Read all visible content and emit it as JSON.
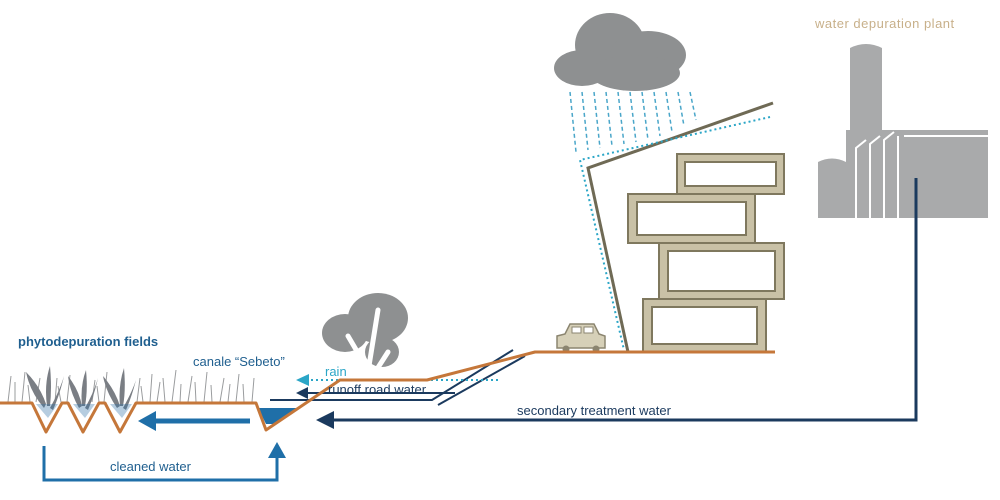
{
  "labels": {
    "plant": "water depuration plant",
    "fields": "phytodepuration fields",
    "canale": "canale “Sebeto”",
    "rain": "rain",
    "runoff": "runoff road water",
    "secondary": "secondary treatment water",
    "cleaned": "cleaned water"
  },
  "colors": {
    "ground": "#c5773a",
    "dark_blue": "#1b3a5e",
    "mid_blue": "#1f6fa8",
    "light_blue": "#2ba6c7",
    "gray": "#8e9091",
    "building_fill": "#c9c1a6",
    "building_stroke": "#7f785e",
    "plant_gray": "#a9aaab",
    "label_tan": "#c8b08a"
  }
}
